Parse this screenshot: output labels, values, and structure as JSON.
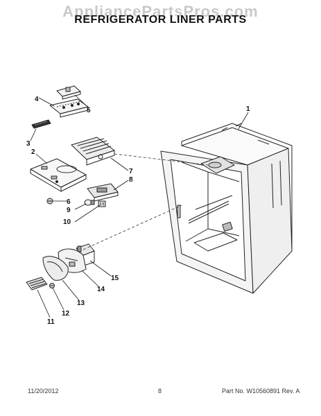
{
  "header": {
    "watermark": "AppliancePartsPros.com",
    "title": "REFRIGERATOR LINER PARTS"
  },
  "callouts": [
    "1",
    "2",
    "3",
    "4",
    "5",
    "6",
    "7",
    "8",
    "9",
    "10",
    "11",
    "12",
    "13",
    "14",
    "15"
  ],
  "footer": {
    "date": "11/20/2012",
    "page": "8",
    "part_number": "Part No. W10560891  Rev. A"
  }
}
